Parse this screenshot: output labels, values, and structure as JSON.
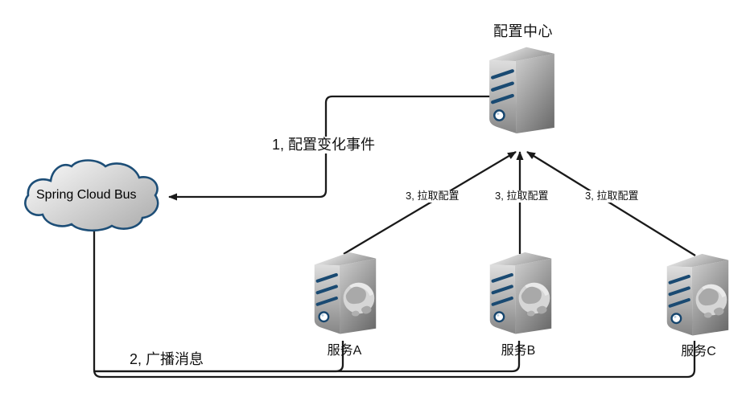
{
  "diagram": {
    "nodes": {
      "config_center": {
        "label": "配置中心",
        "icon": "server-icon"
      },
      "service_a": {
        "label": "服务A",
        "icon": "web-server-icon"
      },
      "service_b": {
        "label": "服务B",
        "icon": "web-server-icon"
      },
      "service_c": {
        "label": "服务C",
        "icon": "web-server-icon"
      },
      "bus": {
        "label": "Spring Cloud Bus",
        "icon": "cloud-shape"
      }
    },
    "edges": {
      "config_change": {
        "label": "1, 配置变化事件",
        "from": "config_center",
        "to": "bus",
        "arrow": true
      },
      "broadcast": {
        "label": "2, 广播消息",
        "from": "bus",
        "to": "service_a, service_b, service_c",
        "arrow": false
      },
      "pull_a": {
        "label": "3, 拉取配置",
        "from": "service_a",
        "to": "config_center",
        "arrow": true
      },
      "pull_b": {
        "label": "3, 拉取配置",
        "from": "service_b",
        "to": "config_center",
        "arrow": true
      },
      "pull_c": {
        "label": "3, 拉取配置",
        "from": "service_c",
        "to": "config_center",
        "arrow": true
      }
    },
    "colors": {
      "stripe": "#1a4a72",
      "cloud_border": "#1d4e77",
      "connector": "#1a1a1a",
      "background": "#ffffff"
    }
  }
}
